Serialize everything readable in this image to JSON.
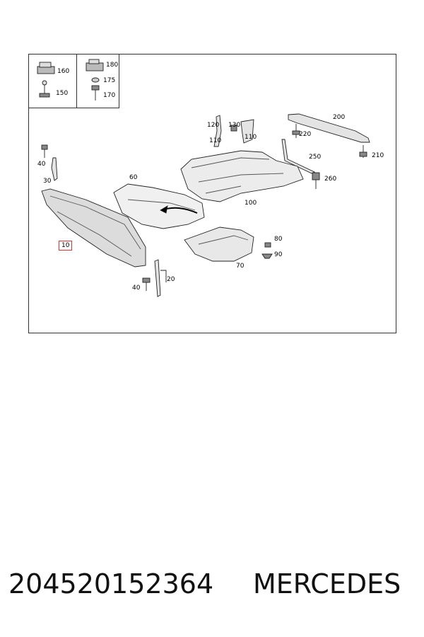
{
  "diagram": {
    "callouts": {
      "c160": "160",
      "c150": "150",
      "c180": "180",
      "c175": "175",
      "c170": "170",
      "c120": "120",
      "c130": "130",
      "c110a": "110",
      "c110b": "110",
      "c200": "200",
      "c220": "220",
      "c210": "210",
      "c250": "250",
      "c260": "260",
      "c40a": "40",
      "c30": "30",
      "c60": "60",
      "c100": "100",
      "c10": "10",
      "c80": "80",
      "c90": "90",
      "c70": "70",
      "c20": "20",
      "c40b": "40"
    },
    "highlight_color": "#dd3333"
  },
  "footer": {
    "part_number": "204520152364",
    "brand": "MERCEDES"
  }
}
